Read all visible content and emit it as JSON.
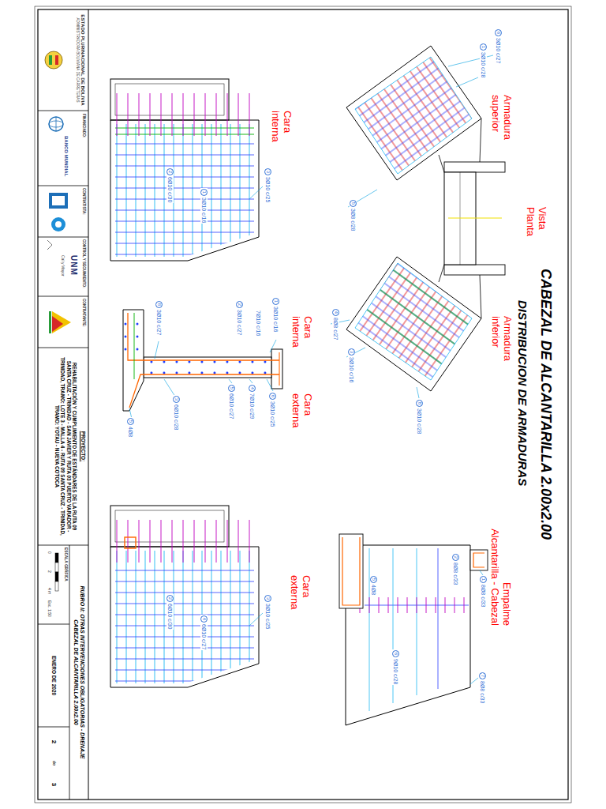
{
  "diagram": {
    "title": "CABEZAL DE ALCANTARILLA 2.00x2.00",
    "nodes": [
      {
        "text": [
          "ESTADO PLURINACIONAL DE BOLIVIA",
          "ADMINISTRADORA BOLIVIANA DE CARRETERAS"
        ]
      },
      {
        "text": [
          "FINANCIADO:",
          "BANCO MUNDIAL"
        ]
      },
      {
        "text": [
          "CONTRATISTA:"
        ]
      },
      {
        "text": [
          "CONTROL Y SEGUIMIENTO:",
          "UNM",
          "Cal y Mayor"
        ]
      },
      {
        "text": [
          "CONTRATANTE:"
        ]
      },
      {
        "text": [
          "PROYECTO:",
          "REHABILITACIÓN Y CUMPLIMIENTO DE ESTÁNDARES DE LA RUTA 09 SANTA CRUZ - TRINIDAD - SAN JAVIER Y RUTA 03 PUERTO VARADOR - TRINIDAD, TRAMO: LOTE 3 - MALLA 4 - RUTA 09 SANTA CRUZ - TRINIDAD, TRAMO: YOTAU - NUEVA COTOCA"
        ]
      },
      {
        "text": [
          "RUBRO II: OTRAS INTERVENCIONES OBLIGATORIAS - DRENAJE",
          "CABEZAL DE ALCANTARILLA 2.00x2.00"
        ]
      },
      {
        "text": [
          "ESCALA GRÁFICA"
        ]
      },
      {
        "text": [
          "ENERO DE 2020"
        ]
      },
      {
        "text": [
          "2",
          "de",
          "3"
        ]
      }
    ],
    "labels": [
      "DISTRIBUCION DE ARMADURAS",
      "Vista Planta",
      "Armadura superior",
      "Armadura inferior",
      "Empalme",
      "Alcantarilla - Cabezal",
      "Cara interna",
      "Cara interna",
      "Cara externa",
      "Cara externa",
      "6",
      "3Ø10 c/27",
      "1",
      "3Ø10 c/28",
      "5",
      "3Ø8 c/28",
      "4",
      "8Ø8 c/27",
      "3",
      "3Ø10 c/16",
      "8",
      "3Ø10 c/28",
      "3",
      "3Ø10 c/25",
      "1",
      "3Ø10 c/16",
      "2",
      "6Ø10 c/30",
      "1",
      "3Ø10 c/16",
      "7Ø10 c/16",
      "2",
      "3Ø10 c/27",
      "8",
      "3Ø10 c/27",
      "6",
      "3Ø10 c/25",
      "4",
      "7Ø10 c/29",
      "5",
      "6Ø10 c/27",
      "3",
      "6Ø10 c/28",
      "5",
      "4Ø8",
      "3",
      "3Ø10 c/25",
      "4",
      "6Ø10 c/27",
      "2",
      "6Ø10 c/30",
      "1",
      "8Ø8 c/33",
      "2",
      "8Ø8 c/33",
      "7",
      "8Ø8 c/33",
      "6",
      "9Ø10 c/28",
      "5",
      "4Ø8",
      "0",
      "2",
      "4 m",
      "Esc. 1:50"
    ]
  }
}
